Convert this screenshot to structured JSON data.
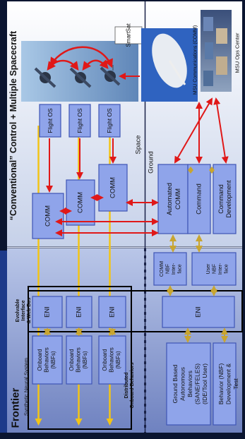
{
  "titles": {
    "conventional": "“Conventional” Control + Multiple Spacecraft",
    "frontier": "Frontier",
    "frontier_sub": "Synthetic Neural System",
    "space": "Space",
    "ground": "Ground",
    "evolvable": "Evolvable Interface & Web Bus",
    "distributed": "Distributed Onboard Behaviors"
  },
  "labels": {
    "smartsat": "SmartSat",
    "msu_comm": "MSU Communications (COMM)",
    "msu_ops": "MSU Ops Center"
  },
  "flight_os": [
    "Flight OS",
    "Flight OS",
    "Flight OS"
  ],
  "comm_blocks": [
    "COMM",
    "COMM",
    "COMM"
  ],
  "ground_blocks": [
    "Automated COMM",
    "Command",
    "Command Development"
  ],
  "eni_labels": [
    "ENI",
    "ENI",
    "ENI",
    "ENI"
  ],
  "onboard": [
    "Onboard Behaviors (NBFs)",
    "Onboard Behaviors (NBFs)",
    "Onboard Behaviors (NBFs)"
  ],
  "ground_interfaces": [
    "COMM NBF Inter-face",
    "User NBF Inter-face"
  ],
  "ground_behaviors": [
    "Ground Based Autonomous Behaviors (SANE/FELES) (IDE/Tool User)",
    "Behavior (NBF) Development & Test"
  ],
  "colors": {
    "box": "#8fa4ea",
    "box_stroke": "#3f55b5",
    "red": "#e01818",
    "arrow_gold": "#c8a531",
    "yellow": "#f2c417",
    "panel_top": "#c4cfe8",
    "panel_bottom": "#9aaad3"
  }
}
